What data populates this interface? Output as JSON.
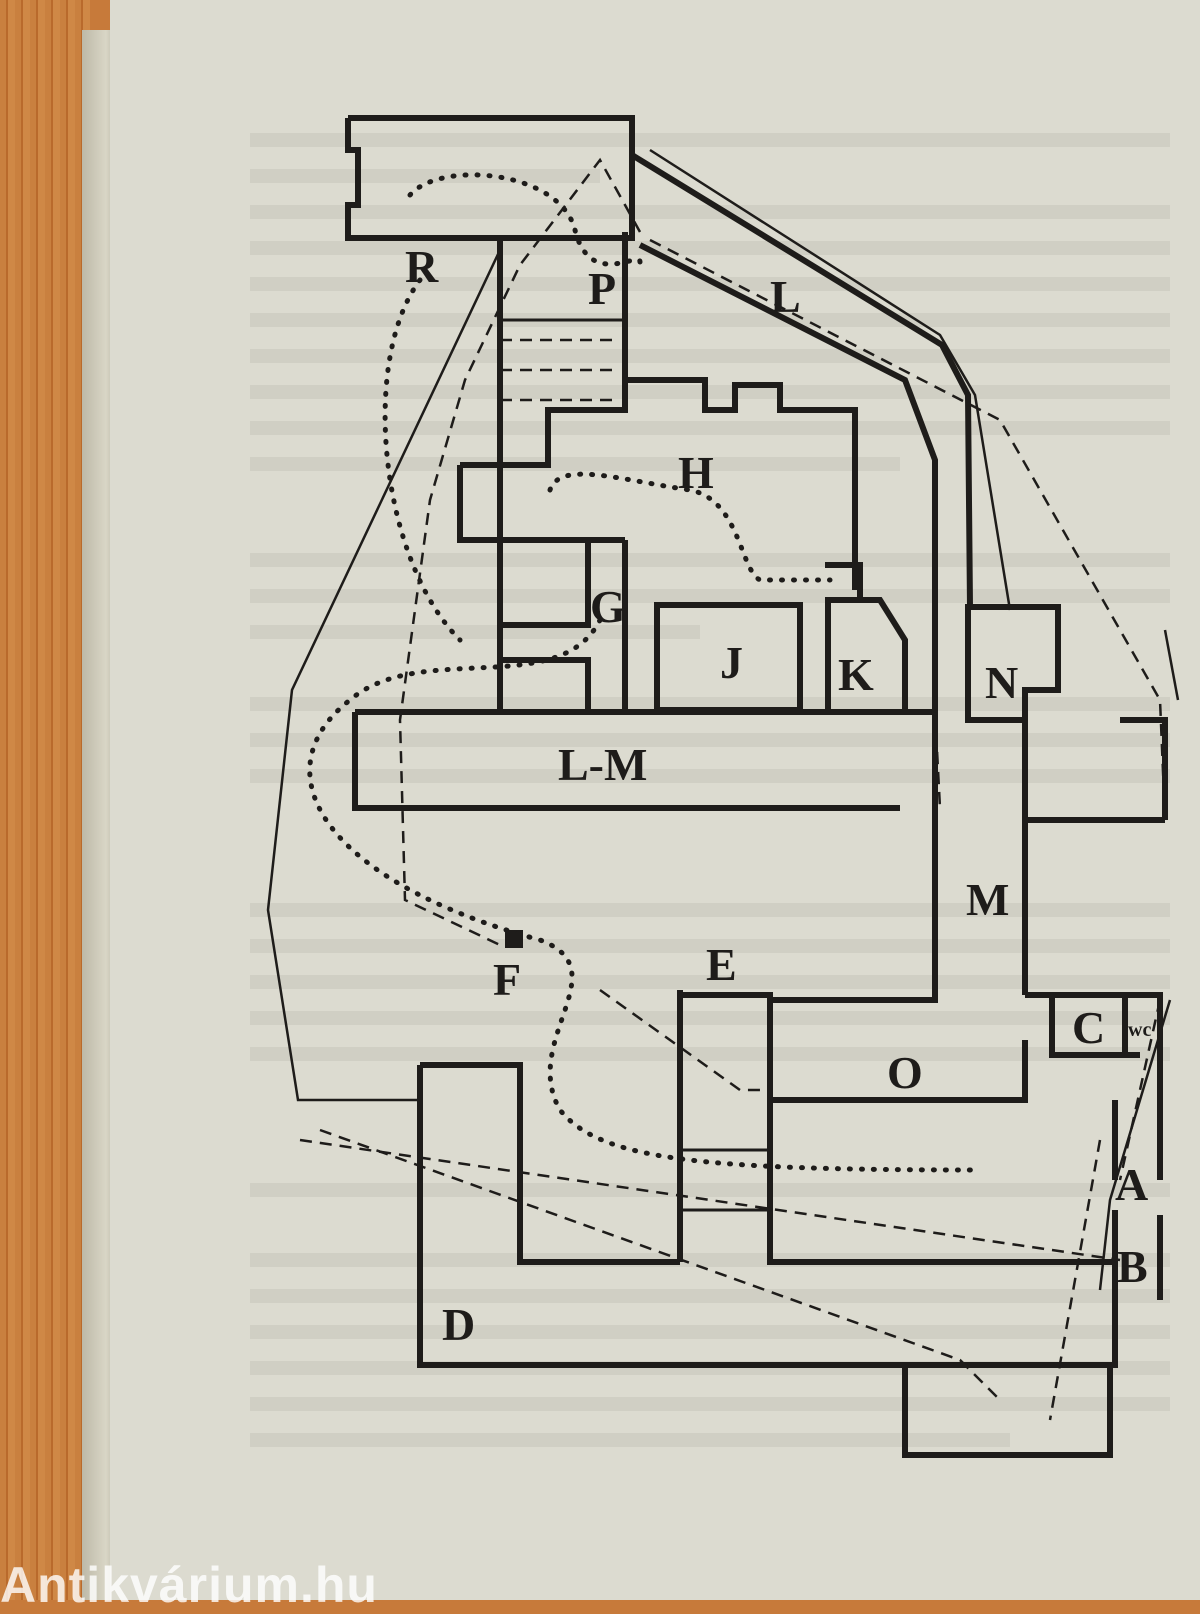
{
  "diagram": {
    "title": "Floor plan of monastery buildings",
    "labels": {
      "R": "R",
      "P": "P",
      "L": "L",
      "H": "H",
      "G": "G",
      "J": "J",
      "K": "K",
      "N": "N",
      "LM": "L-M",
      "M": "M",
      "F": "F",
      "E": "E",
      "C": "C",
      "WC": "wc",
      "O": "O",
      "A": "A",
      "B": "B",
      "D": "D"
    }
  },
  "watermark": "Antikvárium.hu",
  "colors": {
    "ink": "#1e1c1a",
    "paper": "#dcdbd0",
    "wood": "#c77a3a"
  }
}
